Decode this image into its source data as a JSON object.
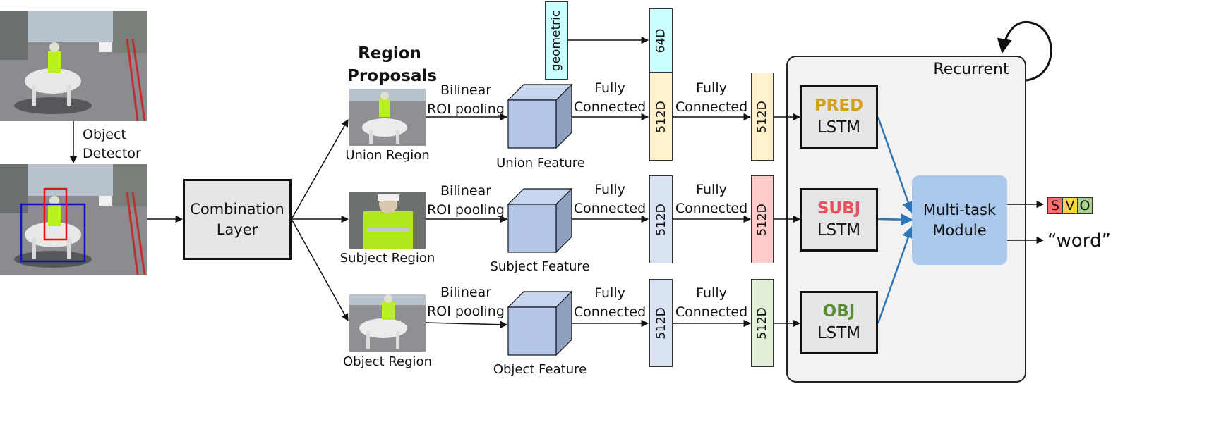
{
  "detector": {
    "label_line1": "Object",
    "label_line2": "Detector"
  },
  "combination": {
    "line1": "Combination",
    "line2": "Layer"
  },
  "region_proposals": {
    "line1": "Region",
    "line2": "Proposals"
  },
  "regions": {
    "union": "Union Region",
    "subject": "Subject Region",
    "object": "Object Region"
  },
  "pooling": {
    "line1": "Bilinear",
    "line2": "ROI pooling"
  },
  "features": {
    "union": "Union Feature",
    "subject": "Subject Feature",
    "object": "Object Feature"
  },
  "fc": {
    "line1": "Fully",
    "line2": "Connected"
  },
  "geometric": "geometric",
  "dims": {
    "d64": "64D",
    "d512": "512D"
  },
  "recurrent": "Recurrent",
  "lstm": {
    "pred": "PRED",
    "subj": "SUBJ",
    "obj": "OBJ",
    "suffix": "LSTM"
  },
  "multitask": {
    "line1": "Multi-task",
    "line2": "Module"
  },
  "outputs": {
    "s": "S",
    "v": "V",
    "o": "O",
    "word": "“word”"
  },
  "colors": {
    "pred": "#d4a017",
    "subj": "#e8505b",
    "obj": "#5a8a34",
    "multitask": "#a9c8ec",
    "cube": "#b4c6e7",
    "geo": "#ccffff",
    "vec_yellow": "#fff2cc",
    "vec_blue": "#dae3f3",
    "vec_red": "#ffcccc",
    "vec_green": "#e2f0d9"
  }
}
